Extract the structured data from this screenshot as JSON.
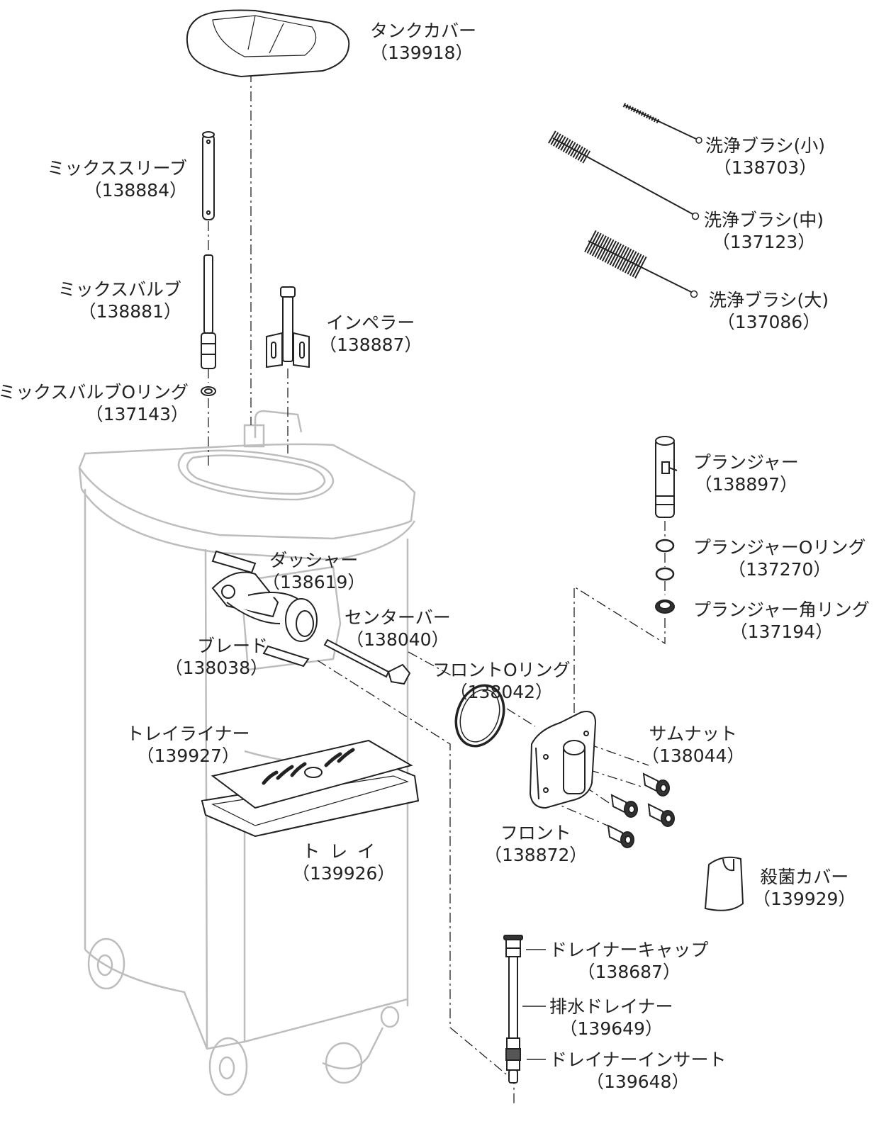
{
  "parts": {
    "tank_cover": {
      "name": "タンクカバー",
      "code": "（139918）"
    },
    "mix_sleeve": {
      "name": "ミックススリーブ",
      "code": "（138884）"
    },
    "mix_valve": {
      "name": "ミックスバルブ",
      "code": "（138881）"
    },
    "mix_valve_oring": {
      "name": "ミックスバルブOリング",
      "code": "（137143）"
    },
    "impeller": {
      "name": "インペラー",
      "code": "（138887）"
    },
    "brush_small": {
      "name": "洗浄ブラシ(小)",
      "code": "（138703）"
    },
    "brush_medium": {
      "name": "洗浄ブラシ(中)",
      "code": "（137123）"
    },
    "brush_large": {
      "name": "洗浄ブラシ(大)",
      "code": "（137086）"
    },
    "plunger": {
      "name": "プランジャー",
      "code": "（138897）"
    },
    "plunger_oring": {
      "name": "プランジャーOリング",
      "code": "（137270）"
    },
    "plunger_square_ring": {
      "name": "プランジャー角リング",
      "code": "（137194）"
    },
    "dasher": {
      "name": "ダッシャー",
      "code": "（138619）"
    },
    "center_bar": {
      "name": "センターバー",
      "code": "（138040）"
    },
    "blade": {
      "name": "ブレード",
      "code": "（138038）"
    },
    "front_oring": {
      "name": "フロントOリング",
      "code": "（138042）"
    },
    "tray_liner": {
      "name": "トレイライナー",
      "code": "（139927）"
    },
    "thumb_nut": {
      "name": "サムナット",
      "code": "（138044）"
    },
    "front": {
      "name": "フロント",
      "code": "（138872）"
    },
    "tray": {
      "name": "トレイ",
      "code": "（139926）"
    },
    "sanitize_cover": {
      "name": "殺菌カバー",
      "code": "（139929）"
    },
    "drainer_cap": {
      "name": "ドレイナーキャップ",
      "code": "（138687）"
    },
    "drain_drainer": {
      "name": "排水ドレイナー",
      "code": "（139649）"
    },
    "drainer_insert": {
      "name": "ドレイナーインサート",
      "code": "（139648）"
    }
  },
  "colors": {
    "ink": "#222222",
    "machine": "#bdbdbd",
    "part_fill": "#ffffff",
    "dark": "#333333"
  }
}
